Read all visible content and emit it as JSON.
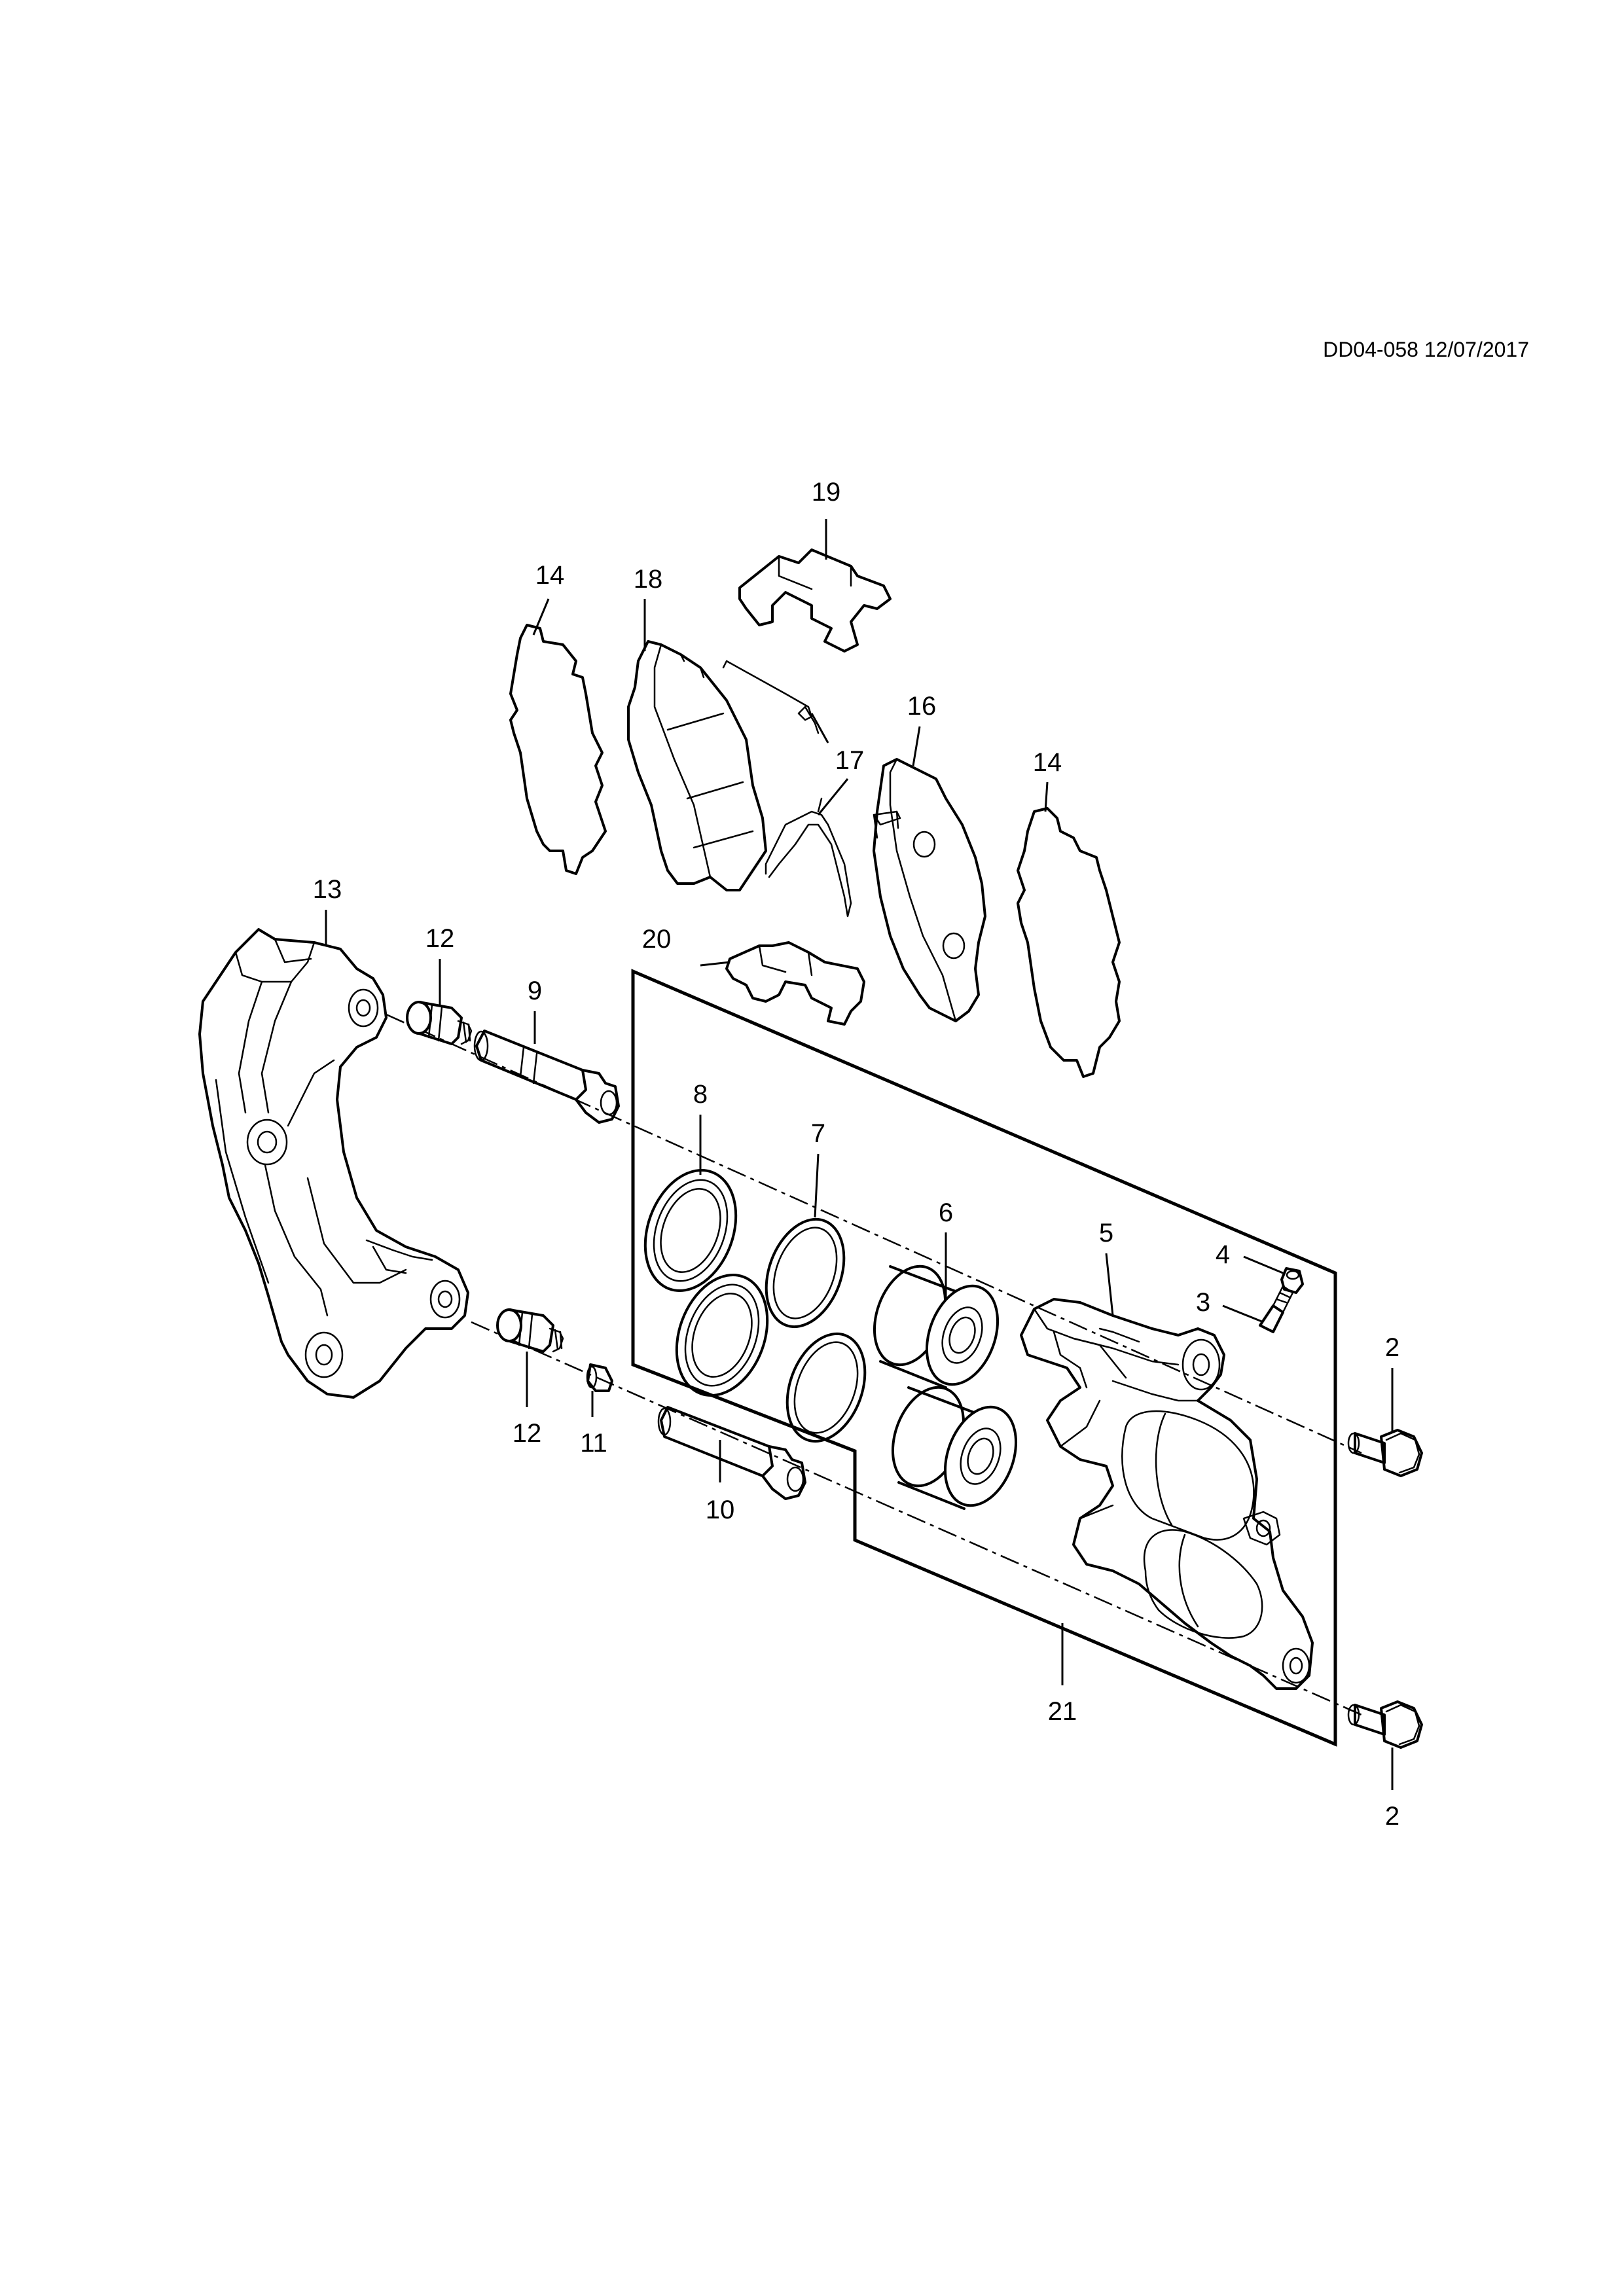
{
  "header": {
    "drawing_ref": "DD04-058 12/07/2017"
  },
  "callouts": [
    {
      "id": "c19",
      "text": "19"
    },
    {
      "id": "c14a",
      "text": "14"
    },
    {
      "id": "c18",
      "text": "18"
    },
    {
      "id": "c16",
      "text": "16"
    },
    {
      "id": "c17",
      "text": "17"
    },
    {
      "id": "c14b",
      "text": "14"
    },
    {
      "id": "c13",
      "text": "13"
    },
    {
      "id": "c12a",
      "text": "12"
    },
    {
      "id": "c20",
      "text": "20"
    },
    {
      "id": "c9",
      "text": "9"
    },
    {
      "id": "c8",
      "text": "8"
    },
    {
      "id": "c7",
      "text": "7"
    },
    {
      "id": "c6",
      "text": "6"
    },
    {
      "id": "c5",
      "text": "5"
    },
    {
      "id": "c4",
      "text": "4"
    },
    {
      "id": "c3",
      "text": "3"
    },
    {
      "id": "c2a",
      "text": "2"
    },
    {
      "id": "c12b",
      "text": "12"
    },
    {
      "id": "c11",
      "text": "11"
    },
    {
      "id": "c10",
      "text": "10"
    },
    {
      "id": "c21",
      "text": "21"
    },
    {
      "id": "c2b",
      "text": "2"
    }
  ]
}
